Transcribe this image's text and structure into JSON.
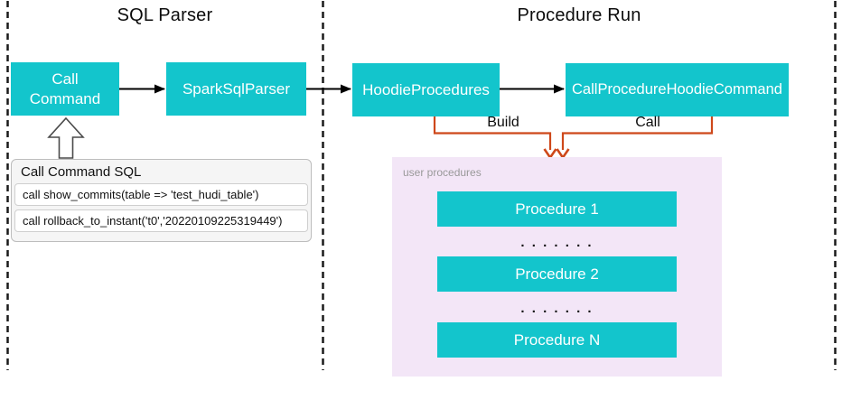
{
  "sections": {
    "sql_parser": {
      "title": "SQL Parser"
    },
    "procedure_run": {
      "title": "Procedure Run"
    }
  },
  "nodes": {
    "call_command": "Call Command",
    "spark_sql_parser": "SparkSqlParser",
    "hoodie_procedures": "HoodieProcedures",
    "call_procedure_hoodie_command": "CallProcedureHoodieCommand"
  },
  "edges": {
    "build_label": "Build",
    "call_label": "Call"
  },
  "sql_list": {
    "header": "Call Command SQL",
    "rows": [
      "call show_commits(table => 'test_hudi_table')",
      "call rollback_to_instant('t0','20220109225319449')"
    ]
  },
  "user_procedures": {
    "label": "user procedures",
    "items": [
      "Procedure 1",
      "Procedure 2",
      "Procedure N"
    ],
    "dots": ". . . . . . ."
  },
  "colors": {
    "node_teal": "#13C5CC",
    "node_text": "#FFFFFF",
    "connector_orange": "#CE481A",
    "arrow_black": "#000000",
    "user_procedures_bg": "#F3E6F7",
    "user_procedures_label": "#999999",
    "sql_list_bg": "#F5F5F5"
  }
}
